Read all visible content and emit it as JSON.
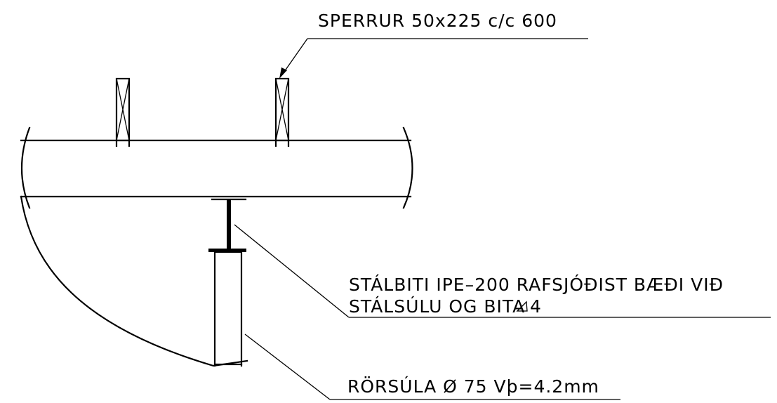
{
  "colors": {
    "background": "#ffffff",
    "ink": "#000000"
  },
  "labels": {
    "rafters": "SPERRUR 50x225 c/c 600",
    "steel_beam_line1": "STÁLBITI IPE–200 RAFSJÓÐIST BÆÐI VIÐ",
    "steel_beam_line2": "STÁLSÚLU OG BITA",
    "weld_size": "4",
    "tube_column": "RÖRSÚLA Ø 75 Vþ=4.2mm"
  }
}
